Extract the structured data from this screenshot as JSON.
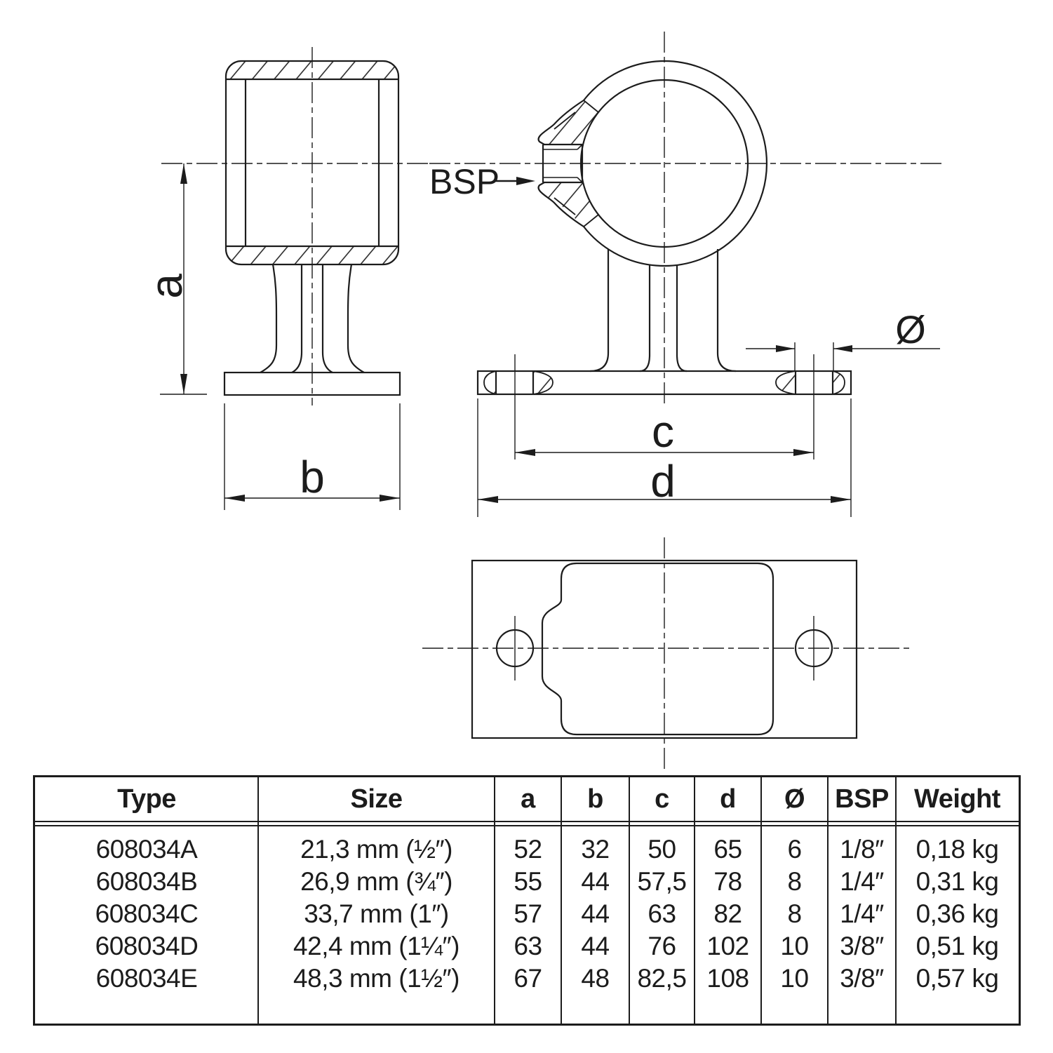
{
  "colors": {
    "line": "#1c1c1c",
    "background": "#ffffff"
  },
  "drawing": {
    "side_view": {
      "dim_a": "a",
      "dim_b": "b"
    },
    "front_view": {
      "bsp": "BSP",
      "dim_c": "c",
      "dim_d": "d",
      "dim_diameter": "Ø"
    }
  },
  "table": {
    "headers": [
      "Type",
      "Size",
      "a",
      "b",
      "c",
      "d",
      "Ø",
      "BSP",
      "Weight"
    ],
    "rows": [
      [
        "608034A",
        "21,3 mm (½″)",
        "52",
        "32",
        "50",
        "65",
        "6",
        "1/8″",
        "0,18 kg"
      ],
      [
        "608034B",
        "26,9 mm (¾″)",
        "55",
        "44",
        "57,5",
        "78",
        "8",
        "1/4″",
        "0,31 kg"
      ],
      [
        "608034C",
        "33,7 mm (1″)",
        "57",
        "44",
        "63",
        "82",
        "8",
        "1/4″",
        "0,36 kg"
      ],
      [
        "608034D",
        "42,4 mm (1¼″)",
        "63",
        "44",
        "76",
        "102",
        "10",
        "3/8″",
        "0,51 kg"
      ],
      [
        "608034E",
        "48,3 mm (1½″)",
        "67",
        "48",
        "82,5",
        "108",
        "10",
        "3/8″",
        "0,57 kg"
      ]
    ]
  }
}
